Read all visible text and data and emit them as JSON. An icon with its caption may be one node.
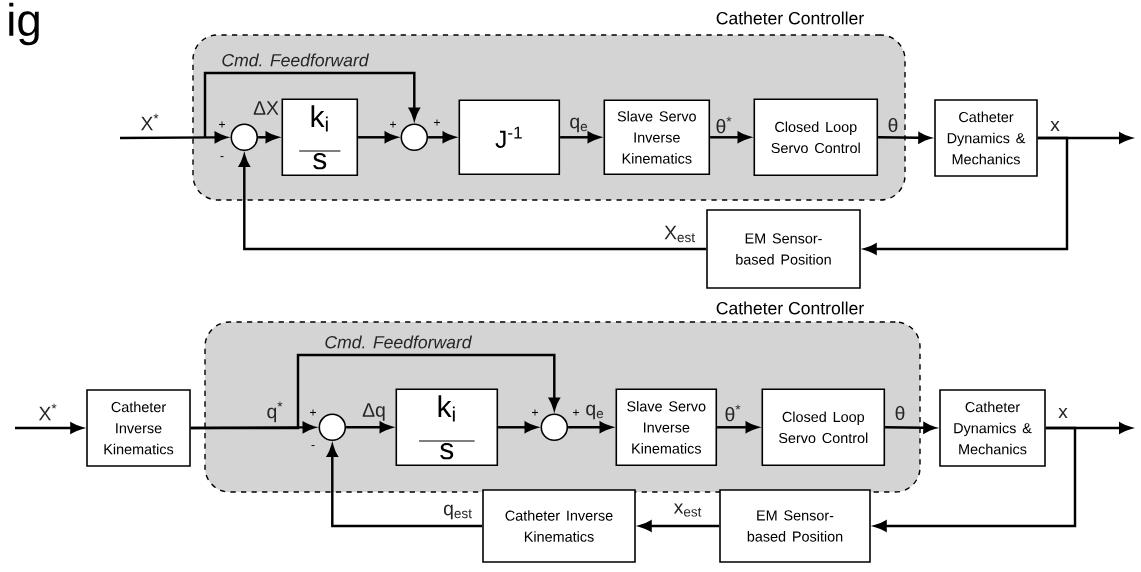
{
  "diagram": {
    "nodes": [
      {
        "text": [
          "Catheter Controller"
        ]
      },
      {
        "text": [],
        "shape": "circle",
        "in": 0
      },
      {
        "text": [
          "k$_{i}$",
          "s"
        ],
        "in": 0
      },
      {
        "text": [],
        "shape": "circle",
        "in": 0
      },
      {
        "text": [
          "J$^{-1}$"
        ],
        "in": 0
      },
      {
        "text": [
          "Slave Servo Inverse Kinematics"
        ],
        "in": 0
      },
      {
        "text": [
          "Closed Loop Servo Control"
        ],
        "in": 0
      },
      {
        "text": [
          "Catheter Dynamics & Mechanics"
        ]
      },
      {
        "text": [
          "EM Sensor-based Position"
        ]
      },
      {
        "text": [
          "Catheter Controller"
        ]
      },
      {
        "text": [
          "Catheter Inverse Kinematics"
        ]
      },
      {
        "text": [],
        "shape": "circle",
        "in": 9
      },
      {
        "text": [
          "k$_{i}$",
          "s"
        ],
        "in": 9
      },
      {
        "text": [],
        "shape": "circle",
        "in": 9
      },
      {
        "text": [
          "Slave Servo Inverse Kinematics"
        ],
        "in": 9
      },
      {
        "text": [
          "Closed Loop Servo Control"
        ],
        "in": 9
      },
      {
        "text": [
          "Catheter Dynamics & Mechanics"
        ]
      },
      {
        "text": [
          "Catheter Inverse Kinematics"
        ]
      },
      {
        "text": [
          "EM Sensor-based Position"
        ]
      }
    ],
    "edges": [
      {
        "from": null,
        "to": 1,
        "arrow": "to",
        "label": "X$^{*}$"
      },
      {
        "from": null,
        "to": 3,
        "arrow": "to",
        "label": "Cmd. Feedforward"
      },
      {
        "from": 1,
        "to": 2,
        "arrow": "to",
        "label": "ΔX"
      },
      {
        "from": 2,
        "to": 3,
        "arrow": "to"
      },
      {
        "from": 3,
        "to": 4,
        "arrow": "to"
      },
      {
        "from": 4,
        "to": 5,
        "arrow": "to",
        "label": "q$_{e}$"
      },
      {
        "from": 5,
        "to": 6,
        "arrow": "to",
        "label": "θ$^{*}$"
      },
      {
        "from": 6,
        "to": 7,
        "arrow": "to",
        "label": "θ"
      },
      {
        "from": 7,
        "to": null,
        "arrow": "to",
        "label": "x"
      },
      {
        "from": 7,
        "to": 8,
        "arrow": "to"
      },
      {
        "from": 8,
        "to": 1,
        "arrow": "to",
        "label": "X$_{est}$"
      },
      {
        "from": null,
        "to": 10,
        "arrow": "to",
        "label": "X$^{*}$"
      },
      {
        "from": 10,
        "to": 11,
        "arrow": "to",
        "label": "q$^{*}$"
      },
      {
        "from": 10,
        "to": 13,
        "arrow": "to",
        "label": "Cmd. Feedforward"
      },
      {
        "from": 11,
        "to": 12,
        "arrow": "to",
        "label": "Δq"
      },
      {
        "from": 12,
        "to": 13,
        "arrow": "to"
      },
      {
        "from": 13,
        "to": 14,
        "arrow": "to",
        "label": "q$_{e}$"
      },
      {
        "from": 14,
        "to": 15,
        "arrow": "to",
        "label": "θ$^{*}$"
      },
      {
        "from": 15,
        "to": 16,
        "arrow": "to",
        "label": "θ"
      },
      {
        "from": 16,
        "to": null,
        "arrow": "to",
        "label": "x"
      },
      {
        "from": 16,
        "to": 18,
        "arrow": "to"
      },
      {
        "from": 18,
        "to": 17,
        "arrow": "to",
        "label": "x$_{est}$"
      },
      {
        "from": 17,
        "to": 11,
        "arrow": "to",
        "label": "q$_{est}$"
      }
    ],
    "labels": [
      "ig",
      "+",
      "-",
      "+",
      "+",
      "+",
      "-",
      "+",
      "+"
    ]
  }
}
